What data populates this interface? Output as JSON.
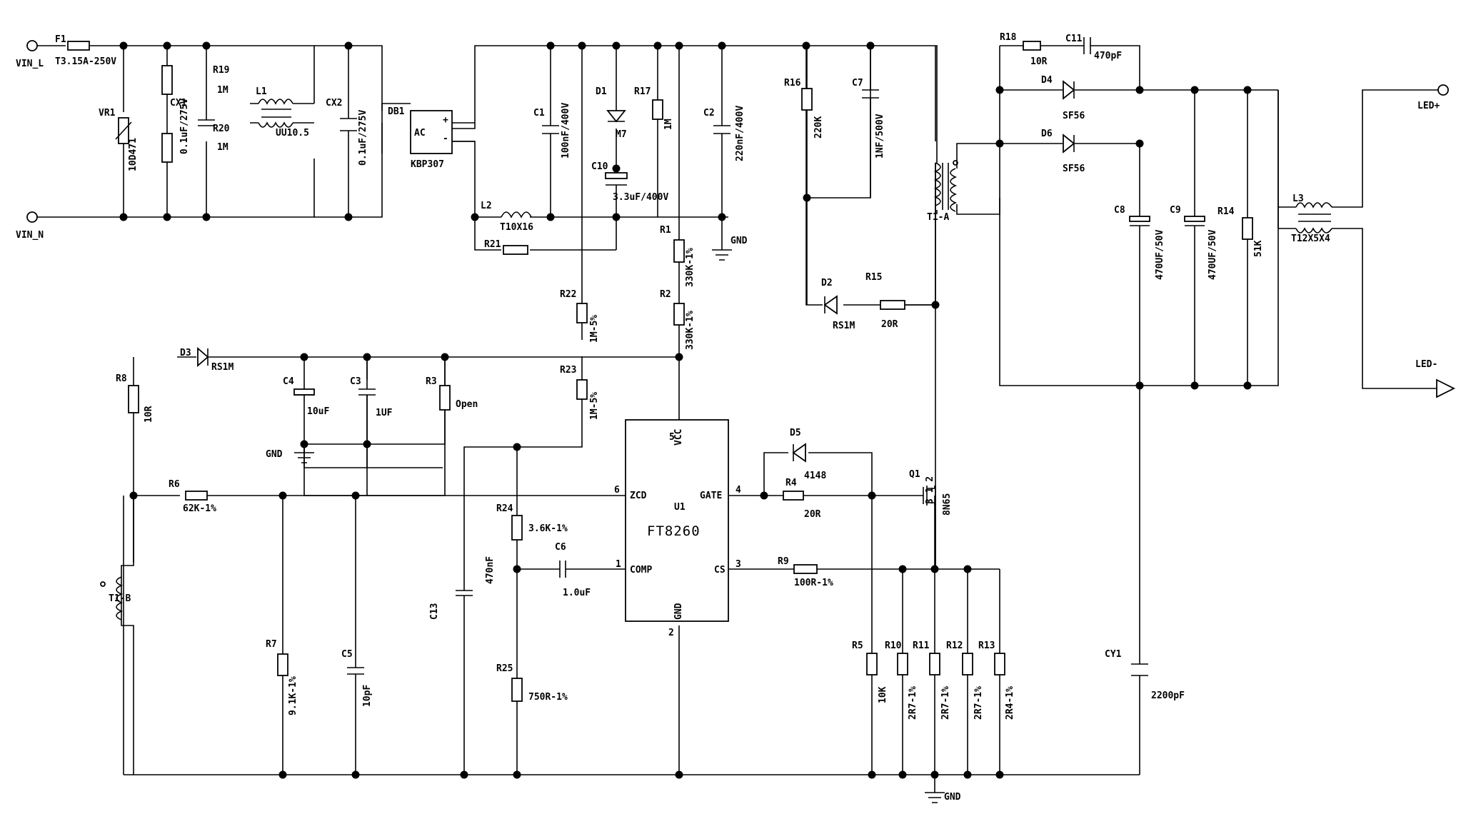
{
  "ports": {
    "vin_l": "VIN_L",
    "vin_n": "VIN_N",
    "led_p": "LED+",
    "led_n": "LED-"
  },
  "parts": {
    "F1": {
      "ref": "F1",
      "val": "T3.15A-250V"
    },
    "VR1": {
      "ref": "VR1",
      "val": "10D471"
    },
    "CX1": {
      "ref": "CX1",
      "val": "0.1uF/275V"
    },
    "R19": {
      "ref": "R19",
      "val": "1M"
    },
    "R20": {
      "ref": "R20",
      "val": "1M"
    },
    "L1": {
      "ref": "L1",
      "val": "UU10.5"
    },
    "CX2": {
      "ref": "CX2",
      "val": "0.1uF/275V"
    },
    "DB1": {
      "ref": "DB1",
      "val": "KBP307",
      "ac": "AC",
      "p": "+",
      "m": "-"
    },
    "L2": {
      "ref": "L2",
      "val": "T10X16"
    },
    "R21": {
      "ref": "R21"
    },
    "C1": {
      "ref": "C1",
      "val": "100nF/400V"
    },
    "D1": {
      "ref": "D1",
      "val": "M7"
    },
    "R17": {
      "ref": "R17",
      "val": "1M"
    },
    "C10": {
      "ref": "C10",
      "val": "3.3uF/400V"
    },
    "C2": {
      "ref": "C2",
      "val": "220nF/400V"
    },
    "R1": {
      "ref": "R1",
      "val": "330K-1%"
    },
    "R2": {
      "ref": "R2",
      "val": "330K-1%"
    },
    "R22": {
      "ref": "R22",
      "val": "1M-5%"
    },
    "R23": {
      "ref": "R23",
      "val": "1M-5%"
    },
    "R16": {
      "ref": "R16",
      "val": "220K"
    },
    "C7": {
      "ref": "C7",
      "val": "1NF/500V"
    },
    "D2": {
      "ref": "D2",
      "val": "RS1M"
    },
    "R15": {
      "ref": "R15",
      "val": "20R"
    },
    "T1A": {
      "ref": "T1-A"
    },
    "R18": {
      "ref": "R18",
      "val": "10R"
    },
    "C11": {
      "ref": "C11",
      "val": "470pF"
    },
    "D4": {
      "ref": "D4",
      "val": "SF56"
    },
    "D6": {
      "ref": "D6",
      "val": "SF56"
    },
    "C8": {
      "ref": "C8",
      "val": "470UF/50V"
    },
    "C9": {
      "ref": "C9",
      "val": "470UF/50V"
    },
    "R14": {
      "ref": "R14",
      "val": "51K"
    },
    "L3": {
      "ref": "L3",
      "val": "T12X5X4"
    },
    "D3": {
      "ref": "D3",
      "val": "RS1M"
    },
    "R8": {
      "ref": "R8",
      "val": "10R"
    },
    "C4": {
      "ref": "C4",
      "val": "10uF"
    },
    "C3": {
      "ref": "C3",
      "val": "1UF"
    },
    "R3": {
      "ref": "R3",
      "val": "Open"
    },
    "R6": {
      "ref": "R6",
      "val": "62K-1%"
    },
    "T1B": {
      "ref": "T1-B"
    },
    "R7": {
      "ref": "R7",
      "val": "9.1K-1%"
    },
    "C5": {
      "ref": "C5",
      "val": "10pF"
    },
    "C13": {
      "ref": "C13",
      "val": "470nF"
    },
    "R24": {
      "ref": "R24",
      "val": "3.6K-1%"
    },
    "C6": {
      "ref": "C6",
      "val": "1.0uF"
    },
    "R25": {
      "ref": "R25",
      "val": "750R-1%"
    },
    "D5": {
      "ref": "D5",
      "val": "4148"
    },
    "R4": {
      "ref": "R4",
      "val": "20R"
    },
    "Q1": {
      "ref": "Q1",
      "val": "8N65",
      "pins": "3 1 2"
    },
    "R9": {
      "ref": "R9",
      "val": "100R-1%"
    },
    "R5": {
      "ref": "R5",
      "val": "10K"
    },
    "R10": {
      "ref": "R10",
      "val": "2R7-1%"
    },
    "R11": {
      "ref": "R11",
      "val": "2R7-1%"
    },
    "R12": {
      "ref": "R12",
      "val": "2R7-1%"
    },
    "R13": {
      "ref": "R13",
      "val": "2R4-1%"
    },
    "CY1": {
      "ref": "CY1",
      "val": "2200pF"
    }
  },
  "ic": {
    "ref": "U1",
    "name": "FT8260",
    "pins": {
      "vcc": {
        "name": "VCC",
        "num": "5"
      },
      "zcd": {
        "name": "ZCD",
        "num": "6"
      },
      "gate": {
        "name": "GATE",
        "num": "4"
      },
      "comp": {
        "name": "COMP",
        "num": "1"
      },
      "cs": {
        "name": "CS",
        "num": "3"
      },
      "gnd": {
        "name": "GND",
        "num": "2"
      }
    }
  },
  "gnd_labels": {
    "gnd1": "GND",
    "gnd2": "GND",
    "gnd3": "GND"
  }
}
